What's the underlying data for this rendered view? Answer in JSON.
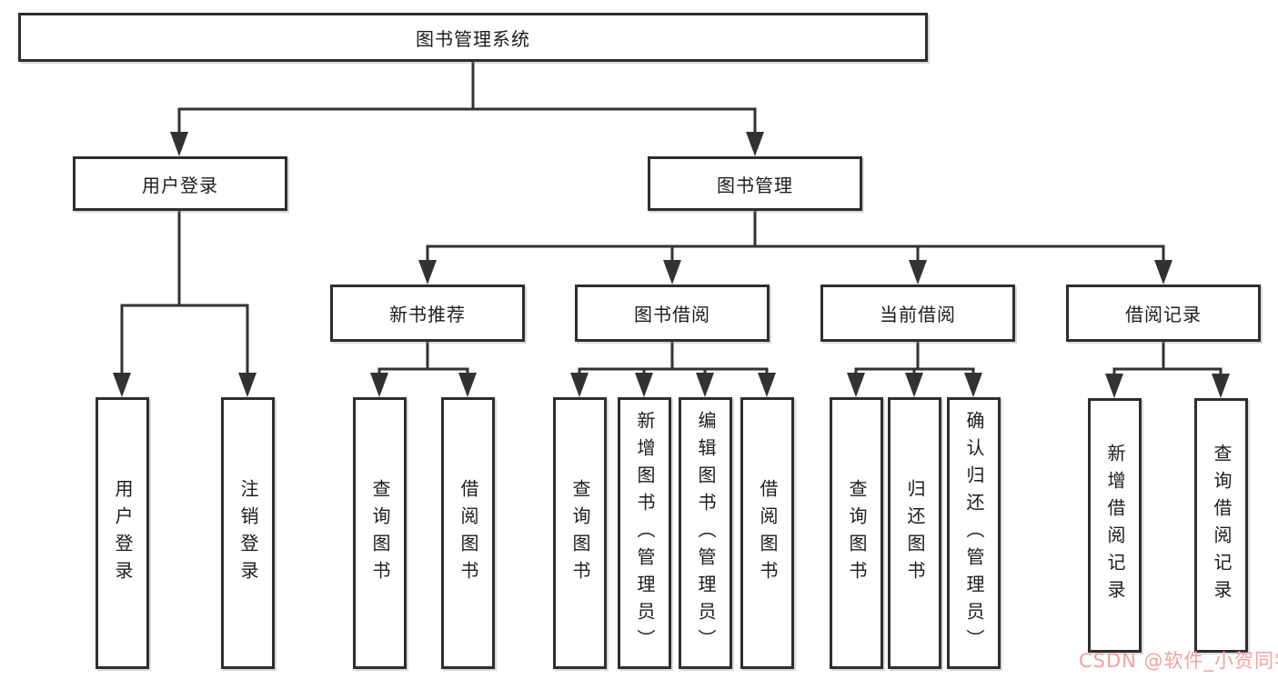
{
  "diagram": {
    "type": "tree",
    "root": {
      "label": "图书管理系统"
    },
    "branches": [
      {
        "label": "用户登录"
      },
      {
        "label": "图书管理"
      }
    ],
    "modules": [
      {
        "label": "新书推荐"
      },
      {
        "label": "图书借阅"
      },
      {
        "label": "当前借阅"
      },
      {
        "label": "借阅记录"
      }
    ],
    "leaves": [
      {
        "group": "用户登录",
        "label": "用户登录"
      },
      {
        "group": "用户登录",
        "label": "注销登录"
      },
      {
        "group": "新书推荐",
        "label": "查询图书"
      },
      {
        "group": "新书推荐",
        "label": "借阅图书"
      },
      {
        "group": "图书借阅",
        "label": "查询图书"
      },
      {
        "group": "图书借阅",
        "label": "新增图书（管理员）"
      },
      {
        "group": "图书借阅",
        "label": "编辑图书（管理员）"
      },
      {
        "group": "图书借阅",
        "label": "借阅图书"
      },
      {
        "group": "当前借阅",
        "label": "查询图书"
      },
      {
        "group": "当前借阅",
        "label": "归还图书"
      },
      {
        "group": "当前借阅",
        "label": "确认归还（管理员）"
      },
      {
        "group": "借阅记录",
        "label": "新增借阅记录"
      },
      {
        "group": "借阅记录",
        "label": "查询借阅记录"
      }
    ]
  },
  "watermark": {
    "text": "CSDN @软件_小贺同学",
    "color": "#f2a2a2"
  },
  "colors": {
    "background": "#ffffff",
    "line": "#323232",
    "box_border": "#2e2e2e",
    "text": "#1c1c1c",
    "watermark": "#f2a2a2"
  }
}
